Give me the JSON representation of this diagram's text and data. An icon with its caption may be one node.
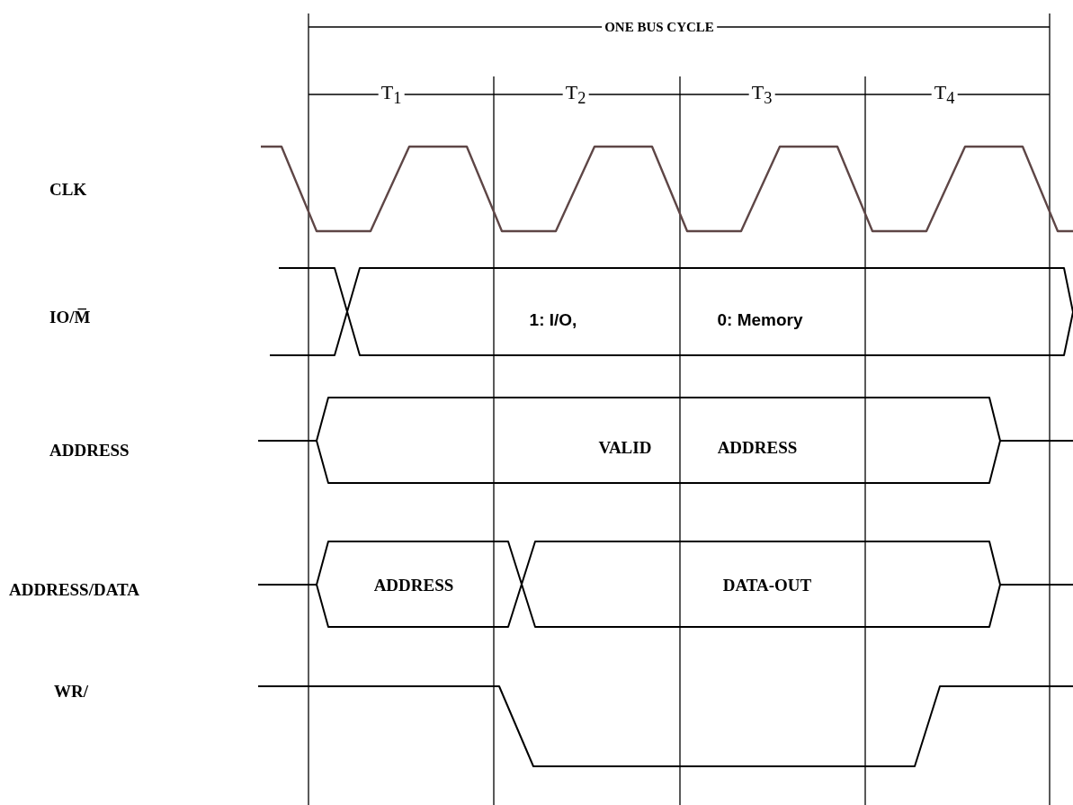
{
  "diagram": {
    "labels": [
      "ONE BUS CYCLE",
      "T$_{1}$",
      "T$_{2}$",
      "T$_{3}$",
      "T$_{4}$",
      "CLK",
      "IO/M̅",
      "1: I/O,",
      "0: Memory",
      "ADDRESS",
      "VALID",
      "ADDRESS",
      "ADDRESS/DATA",
      "ADDRESS",
      "DATA-OUT",
      "WR/"
    ]
  }
}
